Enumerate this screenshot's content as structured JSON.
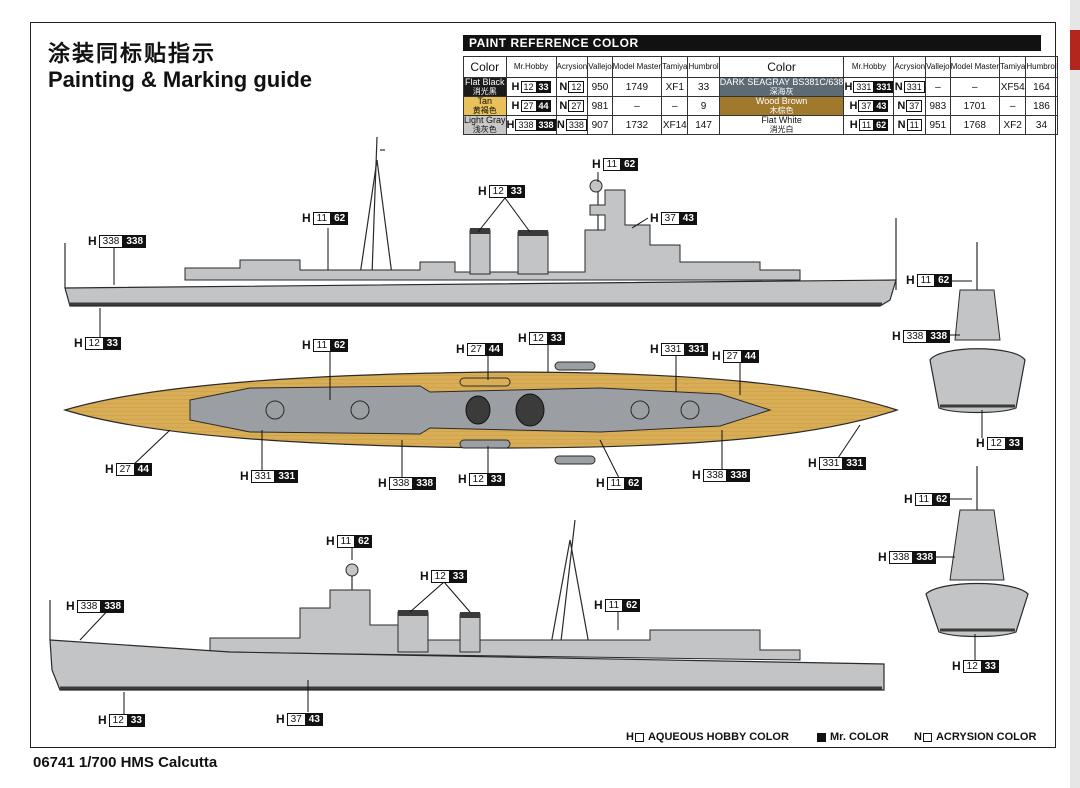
{
  "title": {
    "cn": "涂装同标贴指示",
    "en": "Painting & Marking guide"
  },
  "footer": {
    "product": "06741 1/700 HMS Calcutta"
  },
  "paint_table": {
    "heading": "PAINT  REFERENCE COLOR",
    "headers": [
      "Color",
      "Mr.Hobby",
      "Acrysion",
      "Vallejo",
      "Model Master",
      "Tamiya",
      "Humbrol"
    ],
    "rows": [
      {
        "left": {
          "name": "Flat Black",
          "cn": "消光黑",
          "swatch": "#1a1a1a",
          "text": "#ffffff",
          "h": "12",
          "m": "33",
          "n": "12",
          "vallejo": "950",
          "mm": "1749",
          "tamiya": "XF1",
          "humbrol": "33"
        },
        "right": {
          "name": "DARK SEAGRAY BS381C/638",
          "cn": "深海灰",
          "swatch": "#5e6b74",
          "text": "#ffffff",
          "h": "331",
          "m": "331",
          "n": "331",
          "vallejo": "–",
          "mm": "–",
          "tamiya": "XF54",
          "humbrol": "164"
        }
      },
      {
        "left": {
          "name": "Tan",
          "cn": "黄褐色",
          "swatch": "#e8c15a",
          "text": "#111111",
          "h": "27",
          "m": "44",
          "n": "27",
          "vallejo": "981",
          "mm": "–",
          "tamiya": "–",
          "humbrol": "9"
        },
        "right": {
          "name": "Wood Brown",
          "cn": "木棕色",
          "swatch": "#a0792d",
          "text": "#ffffff",
          "h": "37",
          "m": "43",
          "n": "37",
          "vallejo": "983",
          "mm": "1701",
          "tamiya": "–",
          "humbrol": "186"
        }
      },
      {
        "left": {
          "name": "Light Gray",
          "cn": "浅灰色",
          "swatch": "#c8c8c8",
          "text": "#111111",
          "h": "338",
          "m": "338",
          "n": "338",
          "vallejo": "907",
          "mm": "1732",
          "tamiya": "XF14",
          "humbrol": "147"
        },
        "right": {
          "name": "Flat White",
          "cn": "消光白",
          "swatch": "#ffffff",
          "text": "#111111",
          "h": "11",
          "m": "62",
          "n": "11",
          "vallejo": "951",
          "mm": "1768",
          "tamiya": "XF2",
          "humbrol": "34"
        }
      }
    ]
  },
  "labels": [
    {
      "id": "side1-stern-338",
      "h": "338",
      "m": "338"
    },
    {
      "id": "side1-hull-12",
      "h": "12",
      "m": "33"
    },
    {
      "id": "side1-aft-11",
      "h": "11",
      "m": "62"
    },
    {
      "id": "side1-funnel-12",
      "h": "12",
      "m": "33"
    },
    {
      "id": "side1-mast-11",
      "h": "11",
      "m": "62"
    },
    {
      "id": "side1-bridge-37",
      "h": "37",
      "m": "43"
    },
    {
      "id": "top-aft-11",
      "h": "11",
      "m": "62"
    },
    {
      "id": "top-deck-27",
      "h": "27",
      "m": "44"
    },
    {
      "id": "top-funnel-12",
      "h": "12",
      "m": "33"
    },
    {
      "id": "top-bridge-331",
      "h": "331",
      "m": "331"
    },
    {
      "id": "top-fwd-27",
      "h": "27",
      "m": "44"
    },
    {
      "id": "top-stern-27",
      "h": "27",
      "m": "44"
    },
    {
      "id": "top-331-a",
      "h": "331",
      "m": "331"
    },
    {
      "id": "top-338-a",
      "h": "338",
      "m": "338"
    },
    {
      "id": "top-12-b",
      "h": "12",
      "m": "33"
    },
    {
      "id": "top-11-b",
      "h": "11",
      "m": "62"
    },
    {
      "id": "top-338-b",
      "h": "338",
      "m": "338"
    },
    {
      "id": "top-331-b",
      "h": "331",
      "m": "331"
    },
    {
      "id": "front1-11",
      "h": "11",
      "m": "62"
    },
    {
      "id": "front1-338",
      "h": "338",
      "m": "338"
    },
    {
      "id": "front1-12",
      "h": "12",
      "m": "33"
    },
    {
      "id": "front2-11",
      "h": "11",
      "m": "62"
    },
    {
      "id": "front2-338",
      "h": "338",
      "m": "338"
    },
    {
      "id": "front2-12",
      "h": "12",
      "m": "33"
    },
    {
      "id": "side2-mast-11",
      "h": "11",
      "m": "62"
    },
    {
      "id": "side2-bow-338",
      "h": "338",
      "m": "338"
    },
    {
      "id": "side2-funnel-12",
      "h": "12",
      "m": "33"
    },
    {
      "id": "side2-aft-11",
      "h": "11",
      "m": "62"
    },
    {
      "id": "side2-hull-12",
      "h": "12",
      "m": "33"
    },
    {
      "id": "side2-deck-37",
      "h": "37",
      "m": "43"
    }
  ],
  "legend": [
    {
      "prefix": "H",
      "text": "AQUEOUS HOBBY COLOR",
      "fill": false
    },
    {
      "prefix": "",
      "text": "Mr. COLOR",
      "fill": true
    },
    {
      "prefix": "N",
      "text": "ACRYSION COLOR",
      "fill": false
    }
  ],
  "colors": {
    "hull": "#c2c4c6",
    "deck": "#d9ad55",
    "outline": "#2a2a2a",
    "dark": "#3b3b3b"
  }
}
